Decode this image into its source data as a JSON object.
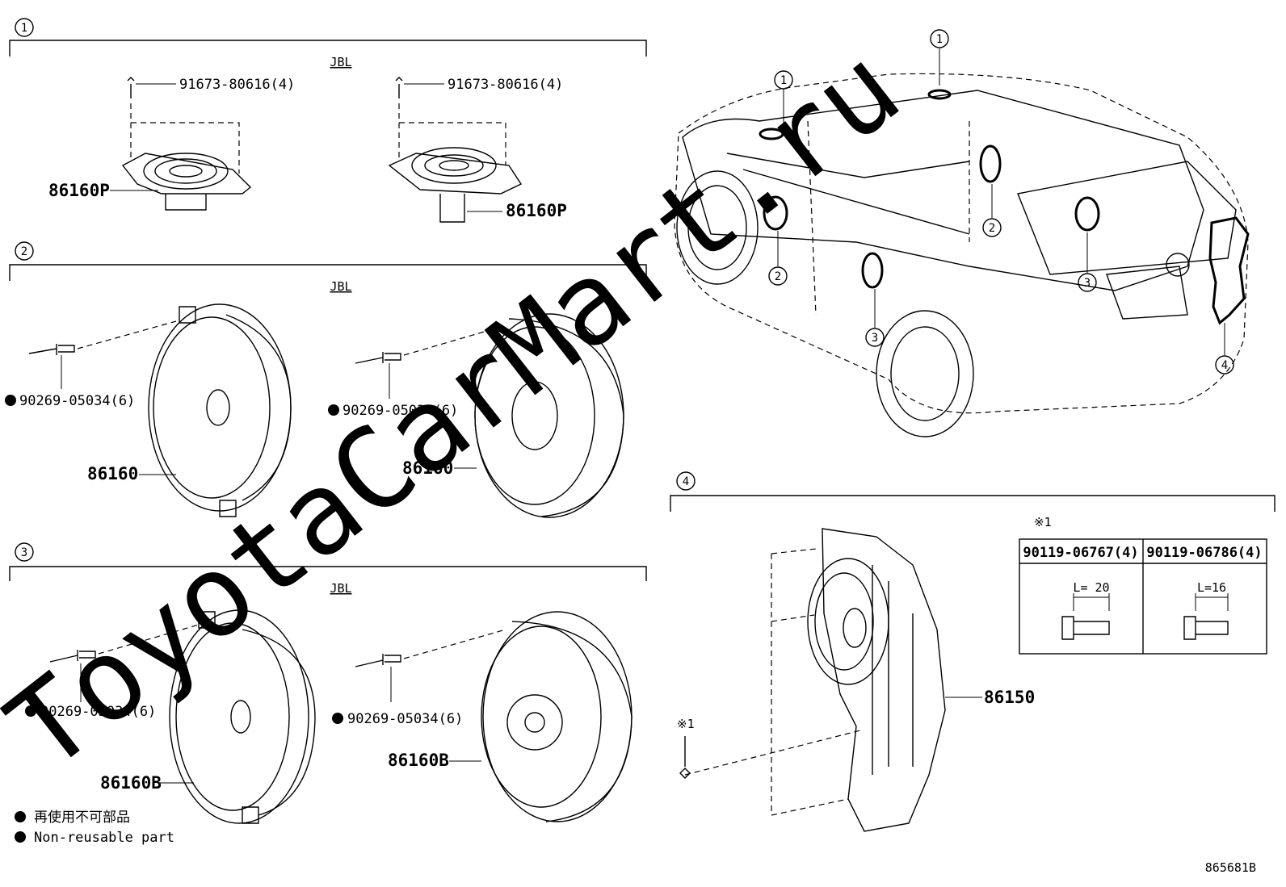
{
  "watermark": "ToyotaCarMart.ru",
  "sections": {
    "s1": {
      "marker": "1",
      "brand": "JBL",
      "bolt_left": "91673-80616(4)",
      "bolt_right": "91673-80616(4)",
      "part_left": "86160P",
      "part_right": "86160P"
    },
    "s2": {
      "marker": "2",
      "brand": "JBL",
      "rivet_left": "90269-05034(6)",
      "rivet_right": "90269-05034(6)",
      "part_left": "86160",
      "part_right": "86160"
    },
    "s3": {
      "marker": "3",
      "brand": "JBL",
      "rivet_left": "90269-05034(6)",
      "rivet_right": "90269-05034(6)",
      "part_left": "86160B",
      "part_right": "86160B"
    },
    "s4": {
      "marker": "4",
      "part": "86150",
      "bolt_note": "※1"
    }
  },
  "bolt_table": {
    "note": "※1",
    "columns": [
      {
        "part": "90119-06767(4)",
        "length": "L= 20"
      },
      {
        "part": "90119-06786(4)",
        "length": "L=16"
      }
    ]
  },
  "car_callouts": [
    "1",
    "1",
    "2",
    "2",
    "3",
    "3",
    "4"
  ],
  "legend": {
    "jp": "再使用不可部品",
    "en": "Non-reusable part"
  },
  "drawing_code": "865681B"
}
